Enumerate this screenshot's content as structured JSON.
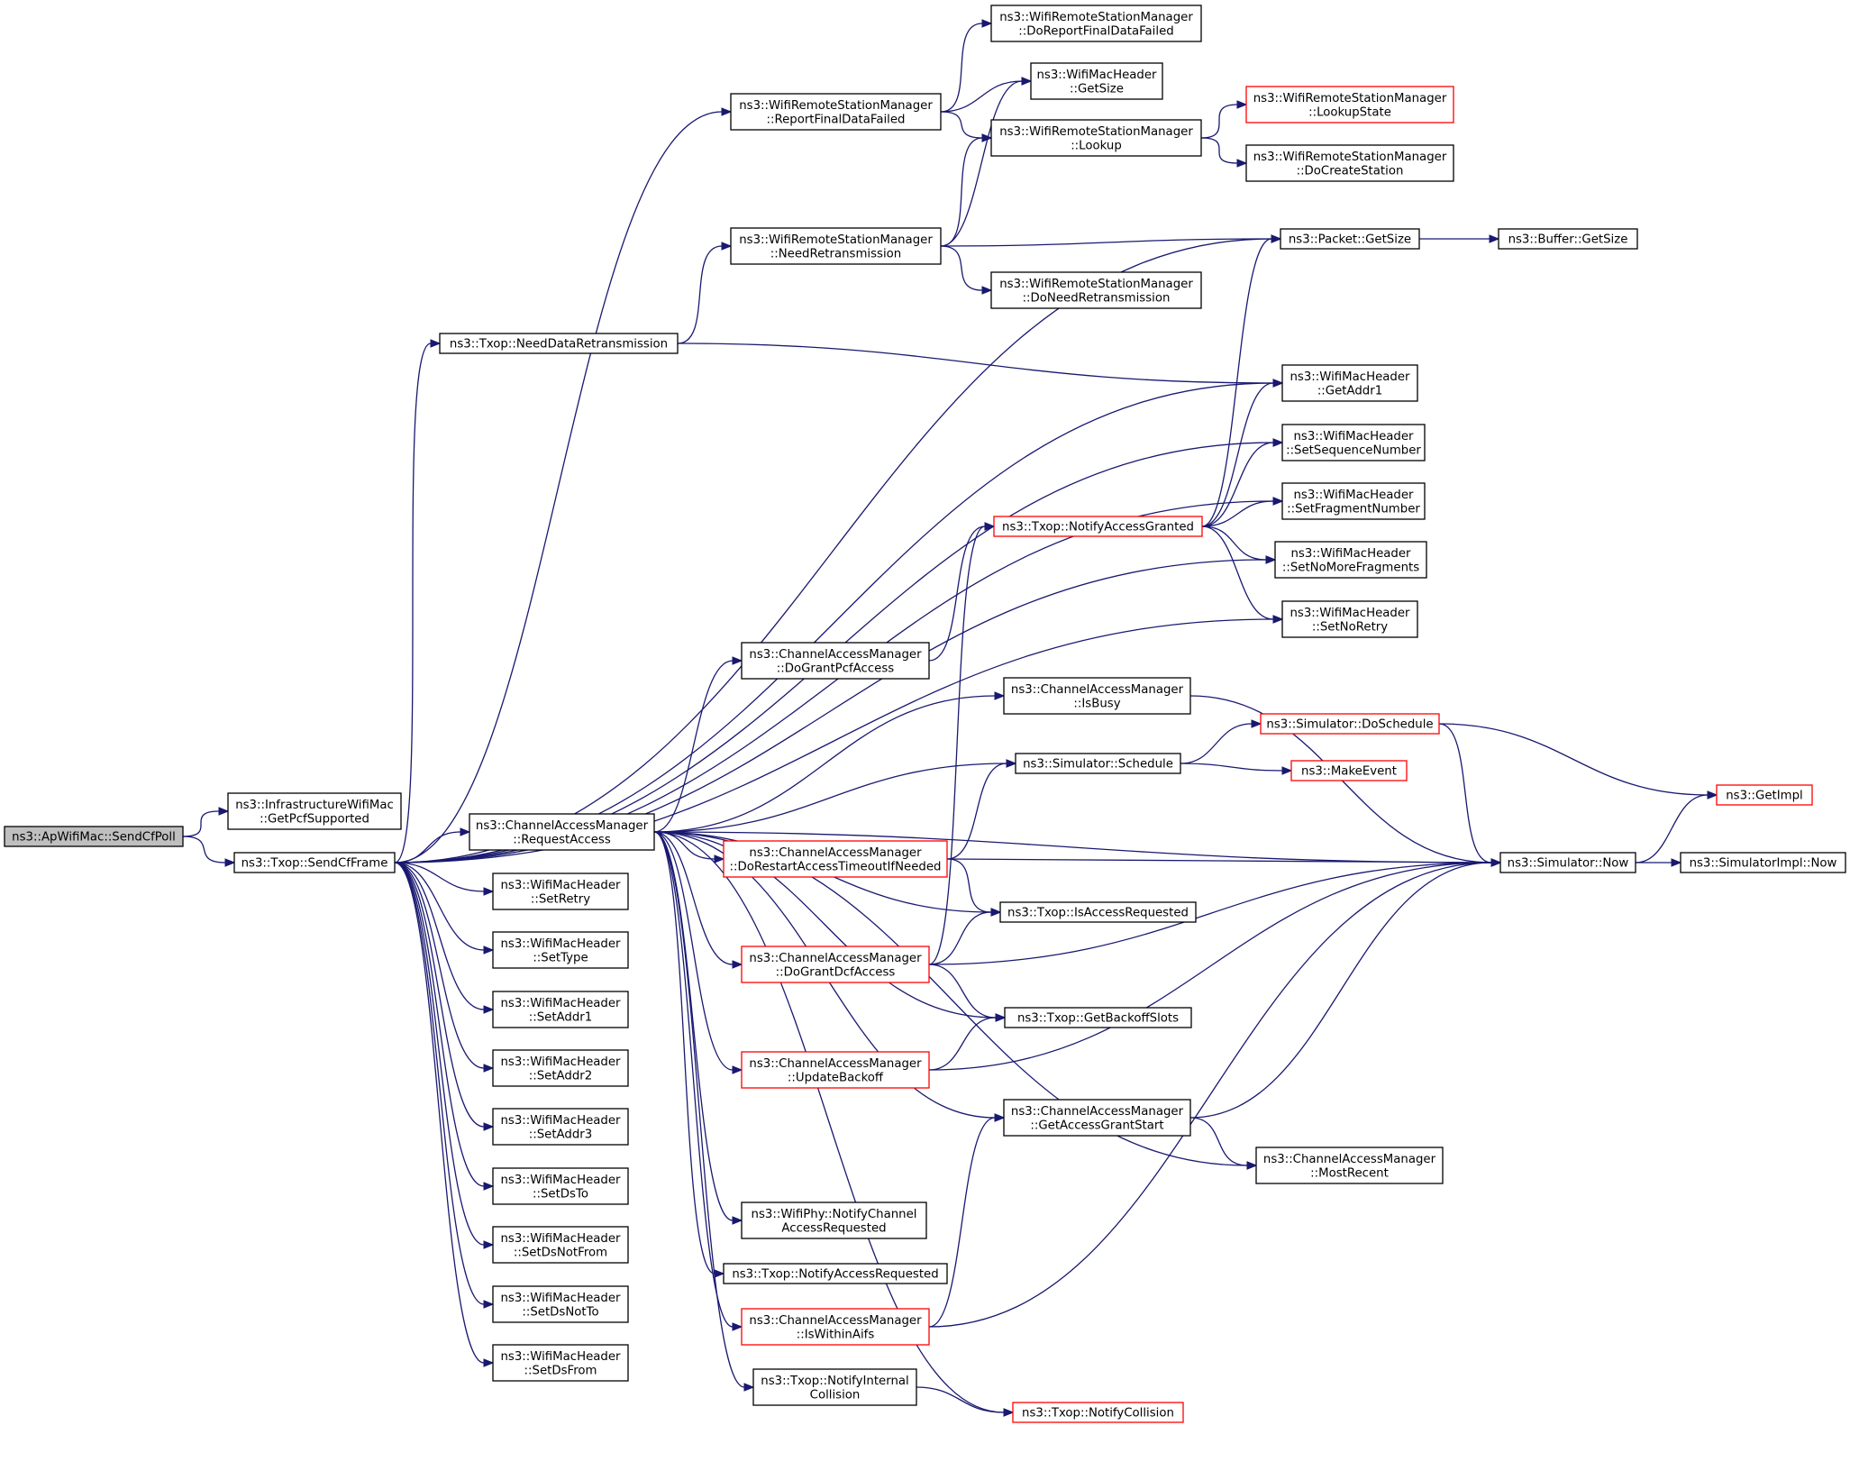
{
  "graph": {
    "title": "",
    "edge_color": "#191970",
    "node_border_default": "#000000",
    "node_border_external": "#ff0000",
    "root_fill": "#bfbfbf",
    "nodes": [
      {
        "id": "sendcfpoll",
        "lines": [
          "ns3::ApWifiMac::SendCfPoll"
        ],
        "border": "black",
        "root": true
      },
      {
        "id": "getpcfsupported",
        "lines": [
          "ns3::InfrastructureWifiMac",
          "::GetPcfSupported"
        ],
        "border": "black"
      },
      {
        "id": "sendcfframe",
        "lines": [
          "ns3::Txop::SendCfFrame"
        ],
        "border": "black"
      },
      {
        "id": "needdataretransmission",
        "lines": [
          "ns3::Txop::NeedDataRetransmission"
        ],
        "border": "black"
      },
      {
        "id": "requestaccess",
        "lines": [
          "ns3::ChannelAccessManager",
          "::RequestAccess"
        ],
        "border": "black"
      },
      {
        "id": "setretry",
        "lines": [
          "ns3::WifiMacHeader",
          "::SetRetry"
        ],
        "border": "black"
      },
      {
        "id": "settype",
        "lines": [
          "ns3::WifiMacHeader",
          "::SetType"
        ],
        "border": "black"
      },
      {
        "id": "setaddr1",
        "lines": [
          "ns3::WifiMacHeader",
          "::SetAddr1"
        ],
        "border": "black"
      },
      {
        "id": "setaddr2",
        "lines": [
          "ns3::WifiMacHeader",
          "::SetAddr2"
        ],
        "border": "black"
      },
      {
        "id": "setaddr3",
        "lines": [
          "ns3::WifiMacHeader",
          "::SetAddr3"
        ],
        "border": "black"
      },
      {
        "id": "setdsto",
        "lines": [
          "ns3::WifiMacHeader",
          "::SetDsTo"
        ],
        "border": "black"
      },
      {
        "id": "setdsnotfrom",
        "lines": [
          "ns3::WifiMacHeader",
          "::SetDsNotFrom"
        ],
        "border": "black"
      },
      {
        "id": "setdsnotto",
        "lines": [
          "ns3::WifiMacHeader",
          "::SetDsNotTo"
        ],
        "border": "black"
      },
      {
        "id": "setdsfrom",
        "lines": [
          "ns3::WifiMacHeader",
          "::SetDsFrom"
        ],
        "border": "black"
      },
      {
        "id": "reportfinaldatafailed",
        "lines": [
          "ns3::WifiRemoteStationManager",
          "::ReportFinalDataFailed"
        ],
        "border": "black"
      },
      {
        "id": "needretransmission",
        "lines": [
          "ns3::WifiRemoteStationManager",
          "::NeedRetransmission"
        ],
        "border": "black"
      },
      {
        "id": "dograntpcfaccess",
        "lines": [
          "ns3::ChannelAccessManager",
          "::DoGrantPcfAccess"
        ],
        "border": "black"
      },
      {
        "id": "dorestartaccess",
        "lines": [
          "ns3::ChannelAccessManager",
          "::DoRestartAccessTimeoutIfNeeded"
        ],
        "border": "red"
      },
      {
        "id": "dograntdcfaccess",
        "lines": [
          "ns3::ChannelAccessManager",
          "::DoGrantDcfAccess"
        ],
        "border": "red"
      },
      {
        "id": "updatebackoff",
        "lines": [
          "ns3::ChannelAccessManager",
          "::UpdateBackoff"
        ],
        "border": "red"
      },
      {
        "id": "notifychannelaccessrequested",
        "lines": [
          "ns3::WifiPhy::NotifyChannel",
          "AccessRequested"
        ],
        "border": "black"
      },
      {
        "id": "notifyaccessrequested",
        "lines": [
          "ns3::Txop::NotifyAccessRequested"
        ],
        "border": "black"
      },
      {
        "id": "iswithinaifs",
        "lines": [
          "ns3::ChannelAccessManager",
          "::IsWithinAifs"
        ],
        "border": "red"
      },
      {
        "id": "notifyinternalcollision",
        "lines": [
          "ns3::Txop::NotifyInternal",
          "Collision"
        ],
        "border": "black"
      },
      {
        "id": "doreportfinaldatafailed",
        "lines": [
          "ns3::WifiRemoteStationManager",
          "::DoReportFinalDataFailed"
        ],
        "border": "black"
      },
      {
        "id": "wmhgetsize",
        "lines": [
          "ns3::WifiMacHeader",
          "::GetSize"
        ],
        "border": "black"
      },
      {
        "id": "lookup",
        "lines": [
          "ns3::WifiRemoteStationManager",
          "::Lookup"
        ],
        "border": "black"
      },
      {
        "id": "doneedretransmission",
        "lines": [
          "ns3::WifiRemoteStationManager",
          "::DoNeedRetransmission"
        ],
        "border": "black"
      },
      {
        "id": "notifyaccessgranted",
        "lines": [
          "ns3::Txop::NotifyAccessGranted"
        ],
        "border": "red"
      },
      {
        "id": "isbusy",
        "lines": [
          "ns3::ChannelAccessManager",
          "::IsBusy"
        ],
        "border": "black"
      },
      {
        "id": "schedule",
        "lines": [
          "ns3::Simulator::Schedule"
        ],
        "border": "black"
      },
      {
        "id": "isaccessrequested",
        "lines": [
          "ns3::Txop::IsAccessRequested"
        ],
        "border": "black"
      },
      {
        "id": "getbackoffslots",
        "lines": [
          "ns3::Txop::GetBackoffSlots"
        ],
        "border": "black"
      },
      {
        "id": "getaccessgrantstart",
        "lines": [
          "ns3::ChannelAccessManager",
          "::GetAccessGrantStart"
        ],
        "border": "black"
      },
      {
        "id": "notifycollision",
        "lines": [
          "ns3::Txop::NotifyCollision"
        ],
        "border": "red"
      },
      {
        "id": "lookupstate",
        "lines": [
          "ns3::WifiRemoteStationManager",
          "::LookupState"
        ],
        "border": "red"
      },
      {
        "id": "docreatestation",
        "lines": [
          "ns3::WifiRemoteStationManager",
          "::DoCreateStation"
        ],
        "border": "black"
      },
      {
        "id": "packetgetsize",
        "lines": [
          "ns3::Packet::GetSize"
        ],
        "border": "black"
      },
      {
        "id": "getaddr1",
        "lines": [
          "ns3::WifiMacHeader",
          "::GetAddr1"
        ],
        "border": "black"
      },
      {
        "id": "setsequencenumber",
        "lines": [
          "ns3::WifiMacHeader",
          "::SetSequenceNumber"
        ],
        "border": "black"
      },
      {
        "id": "setfragmentnumber",
        "lines": [
          "ns3::WifiMacHeader",
          "::SetFragmentNumber"
        ],
        "border": "black"
      },
      {
        "id": "setnomorefragments",
        "lines": [
          "ns3::WifiMacHeader",
          "::SetNoMoreFragments"
        ],
        "border": "black"
      },
      {
        "id": "setnoretry",
        "lines": [
          "ns3::WifiMacHeader",
          "::SetNoRetry"
        ],
        "border": "black"
      },
      {
        "id": "doschedule",
        "lines": [
          "ns3::Simulator::DoSchedule"
        ],
        "border": "red"
      },
      {
        "id": "makeevent",
        "lines": [
          "ns3::MakeEvent"
        ],
        "border": "red"
      },
      {
        "id": "simnow",
        "lines": [
          "ns3::Simulator::Now"
        ],
        "border": "black"
      },
      {
        "id": "mostrecent",
        "lines": [
          "ns3::ChannelAccessManager",
          "::MostRecent"
        ],
        "border": "black"
      },
      {
        "id": "buffergetsize",
        "lines": [
          "ns3::Buffer::GetSize"
        ],
        "border": "black"
      },
      {
        "id": "getimpl",
        "lines": [
          "ns3::GetImpl"
        ],
        "border": "red"
      },
      {
        "id": "simimplnow",
        "lines": [
          "ns3::SimulatorImpl::Now"
        ],
        "border": "black"
      }
    ],
    "edges": [
      [
        "sendcfpoll",
        "getpcfsupported"
      ],
      [
        "sendcfpoll",
        "sendcfframe"
      ],
      [
        "sendcfframe",
        "needdataretransmission"
      ],
      [
        "sendcfframe",
        "requestaccess"
      ],
      [
        "sendcfframe",
        "setretry"
      ],
      [
        "sendcfframe",
        "settype"
      ],
      [
        "sendcfframe",
        "setaddr1"
      ],
      [
        "sendcfframe",
        "setaddr2"
      ],
      [
        "sendcfframe",
        "setaddr3"
      ],
      [
        "sendcfframe",
        "setdsto"
      ],
      [
        "sendcfframe",
        "setdsnotfrom"
      ],
      [
        "sendcfframe",
        "setdsnotto"
      ],
      [
        "sendcfframe",
        "setdsfrom"
      ],
      [
        "sendcfframe",
        "reportfinaldatafailed"
      ],
      [
        "sendcfframe",
        "packetgetsize"
      ],
      [
        "sendcfframe",
        "getaddr1"
      ],
      [
        "sendcfframe",
        "setsequencenumber"
      ],
      [
        "sendcfframe",
        "setfragmentnumber"
      ],
      [
        "sendcfframe",
        "setnomorefragments"
      ],
      [
        "sendcfframe",
        "setnoretry"
      ],
      [
        "needdataretransmission",
        "needretransmission"
      ],
      [
        "needdataretransmission",
        "getaddr1"
      ],
      [
        "requestaccess",
        "dograntpcfaccess"
      ],
      [
        "requestaccess",
        "isbusy"
      ],
      [
        "requestaccess",
        "schedule"
      ],
      [
        "requestaccess",
        "simnow"
      ],
      [
        "requestaccess",
        "dorestartaccess"
      ],
      [
        "requestaccess",
        "isaccessrequested"
      ],
      [
        "requestaccess",
        "dograntdcfaccess"
      ],
      [
        "requestaccess",
        "getbackoffslots"
      ],
      [
        "requestaccess",
        "updatebackoff"
      ],
      [
        "requestaccess",
        "getaccessgrantstart"
      ],
      [
        "requestaccess",
        "mostrecent"
      ],
      [
        "requestaccess",
        "notifychannelaccessrequested"
      ],
      [
        "requestaccess",
        "notifyaccessrequested"
      ],
      [
        "requestaccess",
        "iswithinaifs"
      ],
      [
        "requestaccess",
        "notifyinternalcollision"
      ],
      [
        "requestaccess",
        "notifycollision"
      ],
      [
        "reportfinaldatafailed",
        "doreportfinaldatafailed"
      ],
      [
        "reportfinaldatafailed",
        "wmhgetsize"
      ],
      [
        "reportfinaldatafailed",
        "lookup"
      ],
      [
        "needretransmission",
        "wmhgetsize"
      ],
      [
        "needretransmission",
        "lookup"
      ],
      [
        "needretransmission",
        "packetgetsize"
      ],
      [
        "needretransmission",
        "doneedretransmission"
      ],
      [
        "lookup",
        "lookupstate"
      ],
      [
        "lookup",
        "docreatestation"
      ],
      [
        "dograntpcfaccess",
        "notifyaccessgranted"
      ],
      [
        "notifyaccessgranted",
        "packetgetsize"
      ],
      [
        "notifyaccessgranted",
        "getaddr1"
      ],
      [
        "notifyaccessgranted",
        "setsequencenumber"
      ],
      [
        "notifyaccessgranted",
        "setfragmentnumber"
      ],
      [
        "notifyaccessgranted",
        "setnomorefragments"
      ],
      [
        "notifyaccessgranted",
        "setnoretry"
      ],
      [
        "packetgetsize",
        "buffergetsize"
      ],
      [
        "dorestartaccess",
        "schedule"
      ],
      [
        "dorestartaccess",
        "simnow"
      ],
      [
        "dorestartaccess",
        "isaccessrequested"
      ],
      [
        "dograntdcfaccess",
        "notifyaccessgranted"
      ],
      [
        "dograntdcfaccess",
        "isaccessrequested"
      ],
      [
        "dograntdcfaccess",
        "simnow"
      ],
      [
        "dograntdcfaccess",
        "getbackoffslots"
      ],
      [
        "updatebackoff",
        "getbackoffslots"
      ],
      [
        "updatebackoff",
        "simnow"
      ],
      [
        "isbusy",
        "simnow"
      ],
      [
        "schedule",
        "doschedule"
      ],
      [
        "schedule",
        "makeevent"
      ],
      [
        "doschedule",
        "getimpl"
      ],
      [
        "doschedule",
        "simnow"
      ],
      [
        "simnow",
        "getimpl"
      ],
      [
        "simnow",
        "simimplnow"
      ],
      [
        "getaccessgrantstart",
        "simnow"
      ],
      [
        "getaccessgrantstart",
        "mostrecent"
      ],
      [
        "iswithinaifs",
        "getaccessgrantstart"
      ],
      [
        "iswithinaifs",
        "simnow"
      ],
      [
        "notifyinternalcollision",
        "notifycollision"
      ]
    ]
  }
}
